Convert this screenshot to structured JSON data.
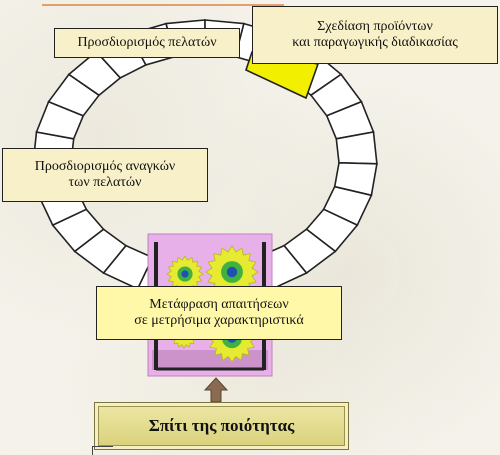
{
  "diagram": {
    "labels": {
      "customer_identification": "Προσδιορισμός πελατών",
      "product_design": "Σχεδίαση προϊόντων\nκαι παραγωγικής διαδικασίας",
      "customer_needs": "Προσδιορισμός αναγκών\nτων πελατών",
      "translation": "Μετάφραση απαιτήσεων\nσε μετρήσιμα χαρακτηριστικά",
      "house_of_quality": "Σπίτι της ποιότητας"
    },
    "colors": {
      "label_fill": "#f8f0c8",
      "highlight_fill": "#fff8a8",
      "machine_fill": "#e8b0e8",
      "gear_fill": "#e6ea30",
      "gear_ring": "#40b040",
      "gear_hub": "#2050b0",
      "arrow_fill": "#8a6a50",
      "ring_fill": "#ffffff",
      "ring_stroke": "#222222"
    },
    "icons": [
      "gear-icon",
      "up-arrow-icon"
    ]
  }
}
